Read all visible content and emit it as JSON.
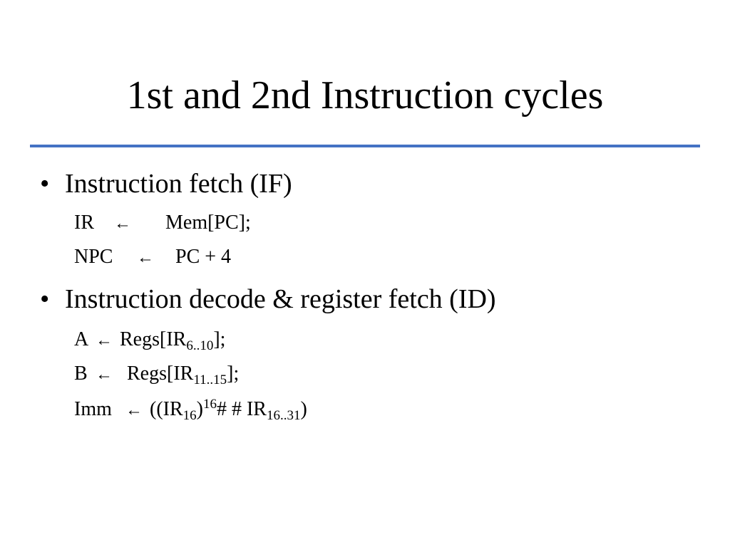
{
  "slide": {
    "title": "1st and 2nd Instruction cycles"
  },
  "bullets": [
    {
      "text": "Instruction fetch (IF)",
      "lines": [
        {
          "dest": "IR",
          "arrow": "←",
          "expr": "Mem[PC];"
        },
        {
          "dest": "NPC",
          "arrow": "←",
          "expr": "PC + 4"
        }
      ]
    },
    {
      "text": "Instruction decode & register fetch (ID)",
      "lines": [
        {
          "dest": "A",
          "arrow": "←",
          "expr_pre": "Regs[IR",
          "expr_sub": "6..10",
          "expr_post": "];"
        },
        {
          "dest": "B",
          "arrow": "←",
          "expr_pre": "Regs[IR",
          "expr_sub": "11..15",
          "expr_post": "];"
        },
        {
          "dest": "Imm",
          "arrow": "←",
          "expr_pre": "((IR",
          "expr_sub1": "16",
          "expr_mid": ")",
          "expr_sup": "16",
          "expr_mid2": " # # IR",
          "expr_sub2": "16..31",
          "expr_post": ")"
        }
      ]
    }
  ],
  "bullet_glyph": "•"
}
